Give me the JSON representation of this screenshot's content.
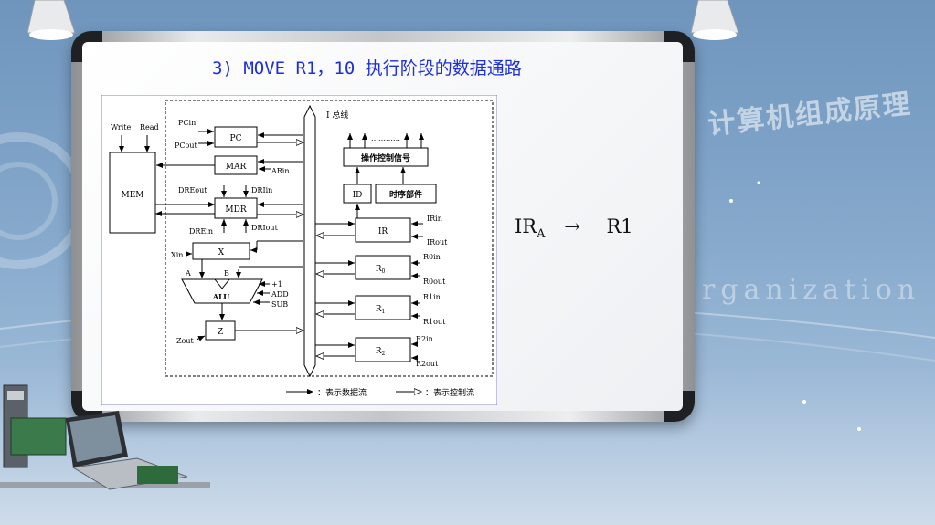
{
  "title": "3) MOVE R1，10 执行阶段的数据通路",
  "equation": {
    "src": "IR",
    "sub": "A",
    "arrow": "→",
    "dst": "R1"
  },
  "watermark": {
    "subject": "计算机组成原理",
    "english": "rganization"
  },
  "diagram": {
    "bus_label": "I 总线",
    "mem": "MEM",
    "write": "Write",
    "read": "Read",
    "pc": "PC",
    "pcin": "PCin",
    "pcout": "PCout",
    "mar": "MAR",
    "arin": "ARin",
    "mdr": "MDR",
    "dreout": "DREout",
    "drin": "DRIin",
    "drein": "DREin",
    "drout": "DRIout",
    "x": "X",
    "xin": "Xin",
    "a": "A",
    "b": "B",
    "alu": "ALU",
    "plus1": "+1",
    "add": "ADD",
    "sub": "SUB",
    "z": "Z",
    "zout": "Zout",
    "ctrl": "操作控制信号",
    "dots": "…………",
    "id": "ID",
    "timing": "时序部件",
    "ir": "IR",
    "irin": "IRin",
    "irout": "IRout",
    "r0_main": "R",
    "r0_sub": "0",
    "r0in": "R0in",
    "r0out": "R0out",
    "r1_main": "R",
    "r1_sub": "1",
    "r1in": "R1in",
    "r1out": "R1out",
    "r2_main": "R",
    "r2_sub": "2",
    "r2in": "R2in",
    "r2out": "R2out",
    "legend_data": "：表示数据流",
    "legend_ctrl": "：表示控制流"
  }
}
